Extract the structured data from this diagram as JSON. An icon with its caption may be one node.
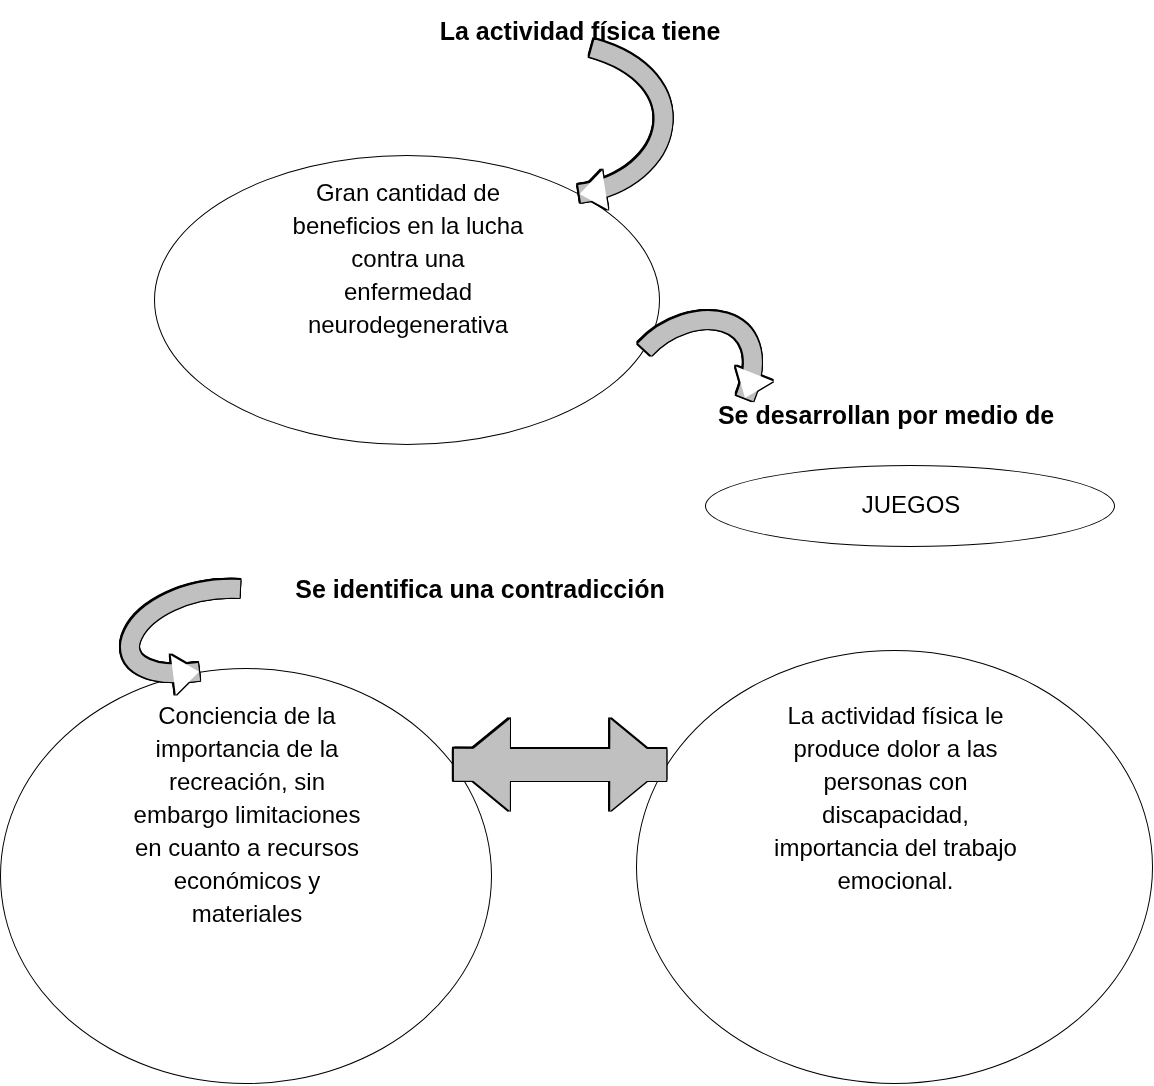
{
  "diagram": {
    "nodes": [
      {
        "text": [
          "La actividad física tiene"
        ]
      },
      {
        "text": [
          "Gran cantidad de beneficios en la lucha contra una enfermedad neurodegenerativa"
        ]
      },
      {
        "text": [
          "Se desarrollan por medio de"
        ]
      },
      {
        "text": [
          "JUEGOS"
        ]
      },
      {
        "text": [
          "Se identifica una contradicción"
        ]
      },
      {
        "text": [
          "Conciencia de la importancia de la recreación, sin embargo limitaciones en cuanto a recursos económicos y materiales"
        ]
      },
      {
        "text": [
          "La actividad física le produce dolor a las personas con discapacidad, importancia del trabajo emocional."
        ]
      }
    ],
    "edges": [
      {
        "from": 0,
        "to": 1,
        "arrow": "to"
      },
      {
        "from": 1,
        "to": 2,
        "arrow": "to"
      },
      {
        "from": 4,
        "to": 5,
        "arrow": "to"
      },
      {
        "from": 5,
        "to": 6,
        "arrow": "both"
      }
    ]
  }
}
